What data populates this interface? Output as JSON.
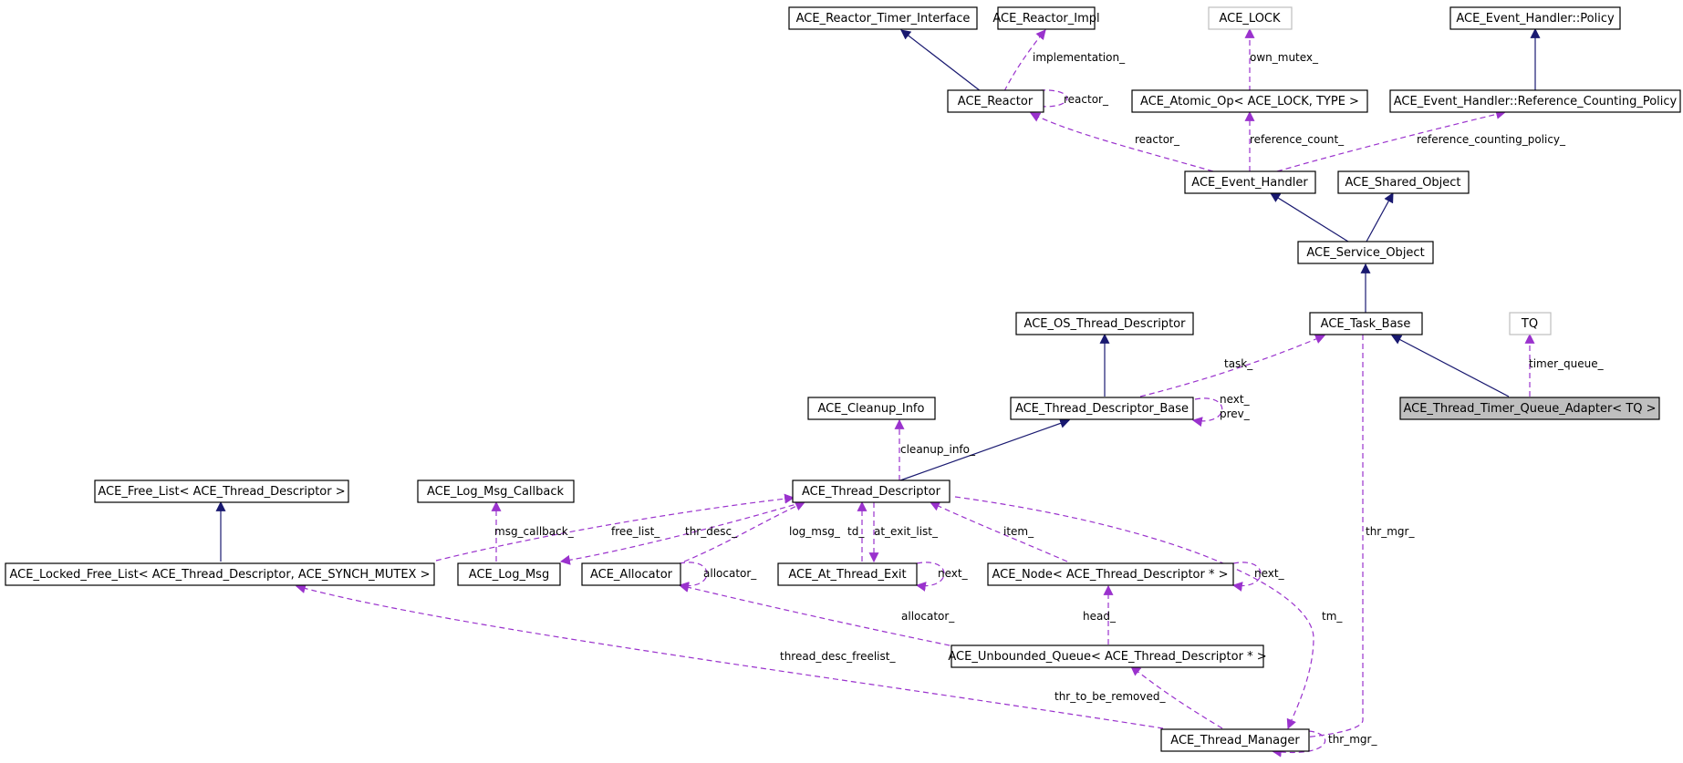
{
  "colors": {
    "inheritance_edge": "#191970",
    "usage_edge": "#9a32cd",
    "focus_fill": "#bfbfbf",
    "undocumented_border": "#bfbfbf"
  },
  "nodes": {
    "reactor_timer_interface": "ACE_Reactor_Timer_Interface",
    "reactor_impl": "ACE_Reactor_Impl",
    "ace_lock": "ACE_LOCK",
    "event_handler_policy": "ACE_Event_Handler::Policy",
    "reactor": "ACE_Reactor",
    "atomic_op": "ACE_Atomic_Op< ACE_LOCK, TYPE >",
    "refcount_policy": "ACE_Event_Handler::Reference_Counting_Policy",
    "event_handler": "ACE_Event_Handler",
    "shared_object": "ACE_Shared_Object",
    "service_object": "ACE_Service_Object",
    "os_thread_descriptor": "ACE_OS_Thread_Descriptor",
    "task_base": "ACE_Task_Base",
    "tq": "TQ",
    "cleanup_info": "ACE_Cleanup_Info",
    "thread_descriptor_base": "ACE_Thread_Descriptor_Base",
    "thread_timer_queue_adapter": "ACE_Thread_Timer_Queue_Adapter< TQ >",
    "free_list": "ACE_Free_List< ACE_Thread_Descriptor >",
    "log_msg_callback": "ACE_Log_Msg_Callback",
    "thread_descriptor": "ACE_Thread_Descriptor",
    "locked_free_list": "ACE_Locked_Free_List< ACE_Thread_Descriptor, ACE_SYNCH_MUTEX >",
    "log_msg": "ACE_Log_Msg",
    "allocator": "ACE_Allocator",
    "at_thread_exit": "ACE_At_Thread_Exit",
    "node": "ACE_Node< ACE_Thread_Descriptor * >",
    "unbounded_queue": "ACE_Unbounded_Queue< ACE_Thread_Descriptor * >",
    "thread_manager": "ACE_Thread_Manager"
  },
  "edge_labels": {
    "implementation": "implementation_",
    "reactor_self": "reactor_",
    "own_mutex": "own_mutex_",
    "reactor": "reactor_",
    "reference_count": "reference_count_",
    "reference_counting_policy": "reference_counting_policy_",
    "task": "task_",
    "next_base": "next_",
    "prev_base": "prev_",
    "timer_queue": "timer_queue_",
    "cleanup_info": "cleanup_info_",
    "msg_callback": "msg_callback_",
    "free_list": "free_list_",
    "thr_desc": "thr_desc_",
    "log_msg": "log_msg_",
    "td": "td_",
    "at_exit_list": "at_exit_list_",
    "item": "item_",
    "thr_mgr_task": "thr_mgr_",
    "allocator_self": "allocator_",
    "next_exit": "next_",
    "next_node": "next_",
    "tm": "tm_",
    "allocator": "allocator_",
    "head": "head_",
    "thread_desc_freelist": "thread_desc_freelist_",
    "thr_to_be_removed": "thr_to_be_removed_",
    "thr_mgr_self": "thr_mgr_"
  }
}
